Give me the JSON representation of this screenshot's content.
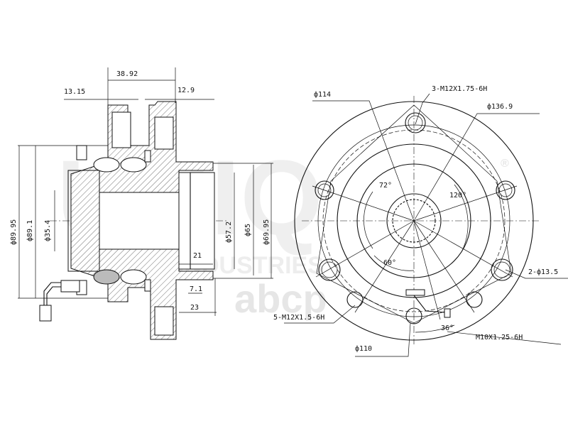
{
  "watermark": {
    "brand": "UNIQ",
    "sub": "INDUSTRIES",
    "logo": "abcp",
    "registered": "®"
  },
  "side_view": {
    "dims": {
      "width_total": "38.92",
      "flange_left": "13.15",
      "flange_right": "12.9",
      "dia_outer": "ф89.95",
      "dia_seat": "ф89.1",
      "dia_bore": "ф35.4",
      "dia_pilot_inner": "ф57.2",
      "dia_pilot": "ф65",
      "dia_pilot_outer": "ф69.95",
      "pilot_depth": "21",
      "step": "7.1",
      "pilot_length": "23"
    }
  },
  "front_view": {
    "labels": {
      "pcd_114": "ф114",
      "thread_3": "3-M12X1.75-6H",
      "pcd_136": "ф136.9",
      "angle_72": "72°",
      "angle_120": "120°",
      "angle_60": "60°",
      "holes_2": "2-ф13.5",
      "thread_5": "5-M12X1.5-6H",
      "angle_36": "36°",
      "thread_m10": "M10X1.25-6H",
      "pcd_110": "ф110"
    }
  }
}
